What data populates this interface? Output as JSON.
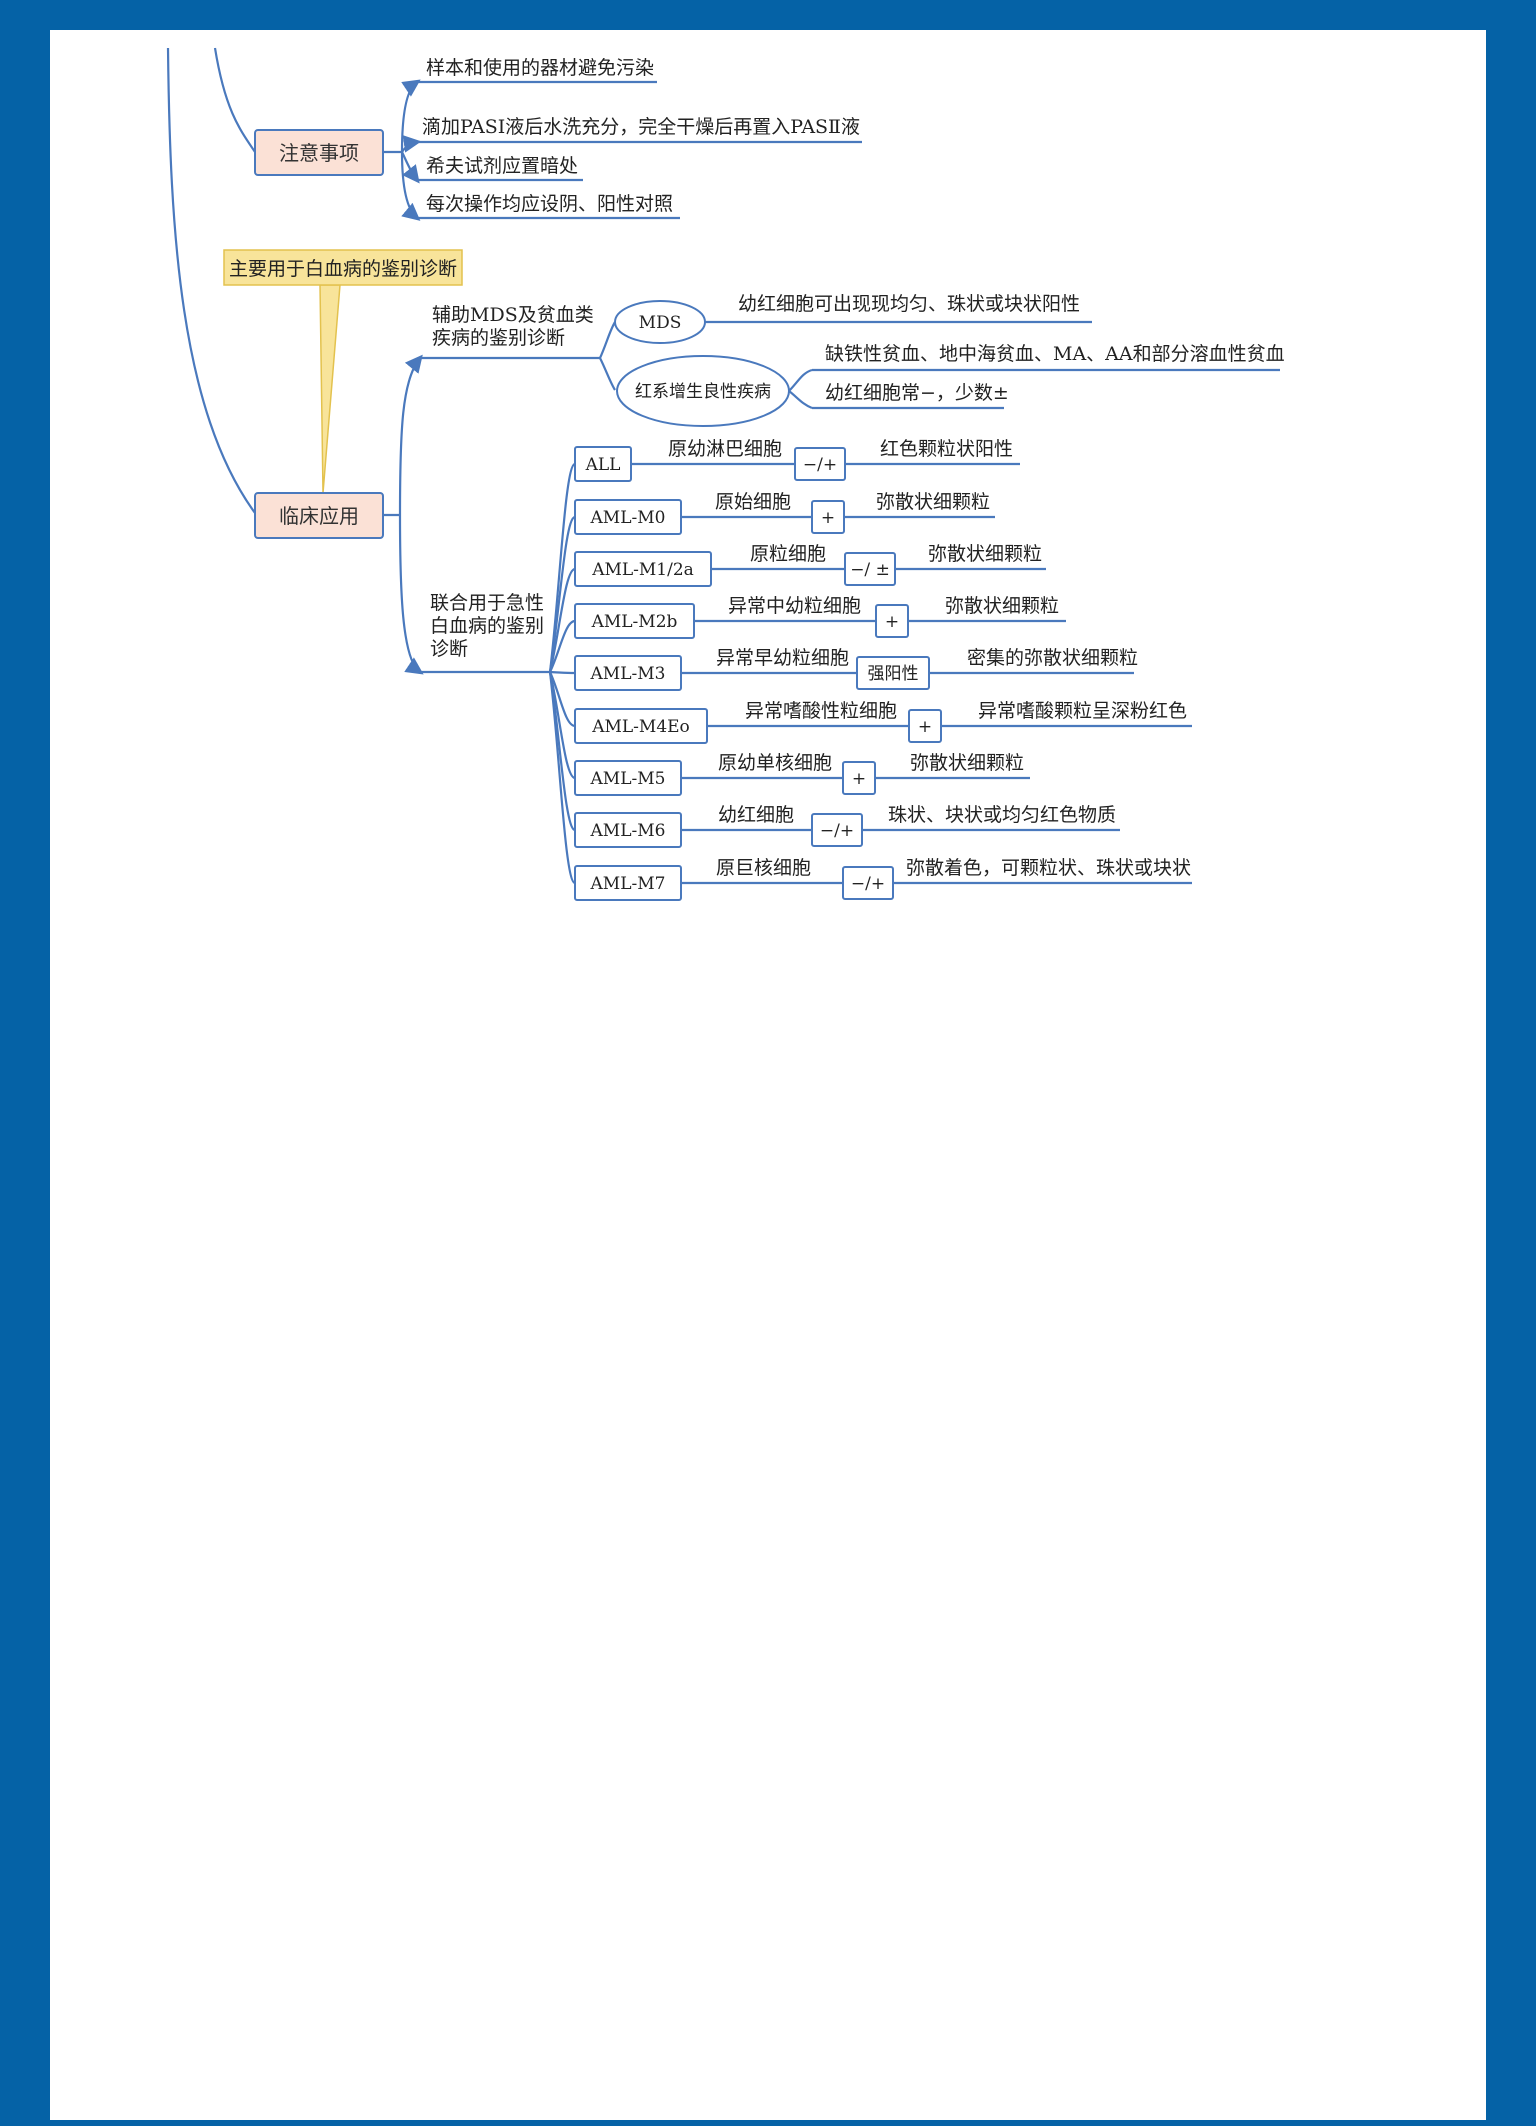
{
  "precautions": {
    "title": "注意事项",
    "items": [
      "样本和使用的器材避免污染",
      "滴加PASⅠ液后水洗充分，完全干燥后再置入PASⅡ液",
      "希夫试剂应置暗处",
      "每次操作均应设阴、阳性对照"
    ]
  },
  "clinical": {
    "title": "临床应用",
    "callout": "主要用于白血病的鉴别诊断",
    "mds_branch": {
      "label_lines": [
        "辅助MDS及贫血类",
        "疾病的鉴别诊断"
      ],
      "mds": {
        "label": "MDS",
        "desc": "幼红细胞可出现现均匀、珠状或块状阳性"
      },
      "erythroid": {
        "label": "红系增生良性疾病",
        "items": [
          "缺铁性贫血、地中海贫血、MA、AA和部分溶血性贫血",
          "幼红细胞常−，少数±"
        ]
      }
    },
    "leukemia_branch": {
      "label_lines": [
        "联合用于急性",
        "白血病的鉴别",
        "诊断"
      ],
      "rows": [
        {
          "type": "ALL",
          "cell": "原幼淋巴细胞",
          "result": "−/+",
          "pattern": "红色颗粒状阳性"
        },
        {
          "type": "AML-M0",
          "cell": "原始细胞",
          "result": "+",
          "pattern": "弥散状细颗粒"
        },
        {
          "type": "AML-M1/2a",
          "cell": "原粒细胞",
          "result": "−/ ±",
          "pattern": "弥散状细颗粒"
        },
        {
          "type": "AML-M2b",
          "cell": "异常中幼粒细胞",
          "result": "+",
          "pattern": "弥散状细颗粒"
        },
        {
          "type": "AML-M3",
          "cell": "异常早幼粒细胞",
          "result": "强阳性",
          "pattern": "密集的弥散状细颗粒"
        },
        {
          "type": "AML-M4Eo",
          "cell": "异常嗜酸性粒细胞",
          "result": "+",
          "pattern": "异常嗜酸颗粒呈深粉红色"
        },
        {
          "type": "AML-M5",
          "cell": "原幼单核细胞",
          "result": "+",
          "pattern": "弥散状细颗粒"
        },
        {
          "type": "AML-M6",
          "cell": "幼红细胞",
          "result": "−/+",
          "pattern": "珠状、块状或均匀红色物质"
        },
        {
          "type": "AML-M7",
          "cell": "原巨核细胞",
          "result": "−/+",
          "pattern": "弥散着色，可颗粒状、珠状或块状"
        }
      ]
    }
  },
  "colors": {
    "frame": "#0562a6",
    "line": "#4a79bd",
    "node_fill": "#fbe1d6",
    "callout_fill": "#f8e49a",
    "callout_border": "#e3c24e"
  }
}
